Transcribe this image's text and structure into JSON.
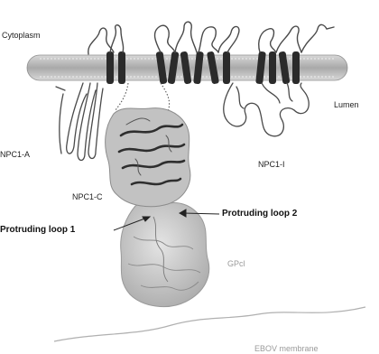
{
  "labels": {
    "cytoplasm": "Cytoplasm",
    "lumen": "Lumen",
    "npc1_a": "NPC1-A",
    "npc1_c": "NPC1-C",
    "npc1_i": "NPC1-I",
    "loop1": "Protruding loop 1",
    "loop2": "Protruding loop 2",
    "gpcl": "GPcl",
    "membrane": "EBOV membrane"
  },
  "colors": {
    "membrane_fill": "#bdbdbd",
    "helix": "#2b2b2b",
    "loop_stroke": "#4a4a4a",
    "protein_surface": "#cfcfcf",
    "text": "#222222",
    "faint_text": "#9a9a9a"
  }
}
